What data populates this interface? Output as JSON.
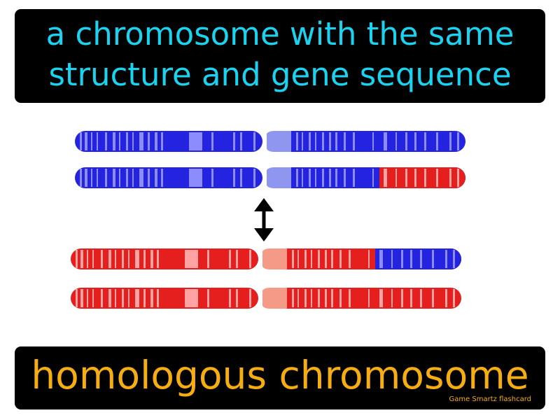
{
  "definition": {
    "line1": "a chromosome with the same",
    "line2": "structure and gene sequence"
  },
  "term": "homologous chromosome",
  "brand": "Game Smartz flashcard",
  "colors": {
    "panel_bg": "#000000",
    "definition_text": "#1ad3f0",
    "term_text": "#f5ad12",
    "brand_text": "#f5ad12",
    "blue_body": "#2424e0",
    "blue_band": "#8c8cff",
    "blue_centromere": "#8f96f0",
    "red_body": "#e51e1e",
    "red_band": "#ffa3a3",
    "red_centromere": "#f59a86",
    "arrow": "#000000"
  },
  "diagram": {
    "chromosomes": [
      {
        "name": "blue-chromosome-1",
        "swap": "none"
      },
      {
        "name": "blue-chromosome-2",
        "swap": "red-tip"
      },
      {
        "name": "red-chromosome-1",
        "swap": "blue-tip"
      },
      {
        "name": "red-chromosome-2",
        "swap": "none"
      }
    ],
    "arrow_icon": "double-arrow-vertical-icon"
  }
}
